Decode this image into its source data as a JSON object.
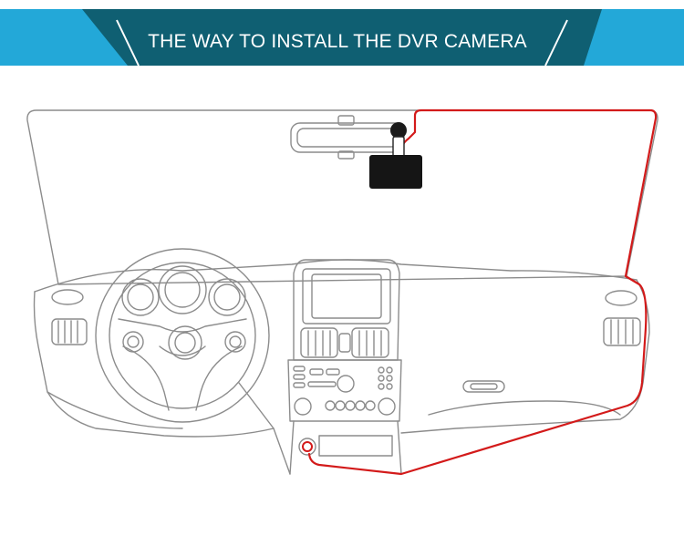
{
  "banner": {
    "title": "THE WAY TO INSTALL THE DVR CAMERA",
    "colors": {
      "outer": "#23a8d8",
      "inner": "#0f5f72",
      "text": "#ffffff"
    }
  },
  "diagram": {
    "colors": {
      "outline": "#8c8c8c",
      "cable": "#d31a1a",
      "camera": "#151515"
    },
    "parts": [
      "windshield",
      "rearview-mirror",
      "dvr-camera",
      "suction-mount",
      "steering-wheel",
      "instrument-cluster",
      "center-screen",
      "air-vents",
      "center-console",
      "glove-box",
      "cigarette-lighter-socket",
      "power-cable"
    ]
  }
}
